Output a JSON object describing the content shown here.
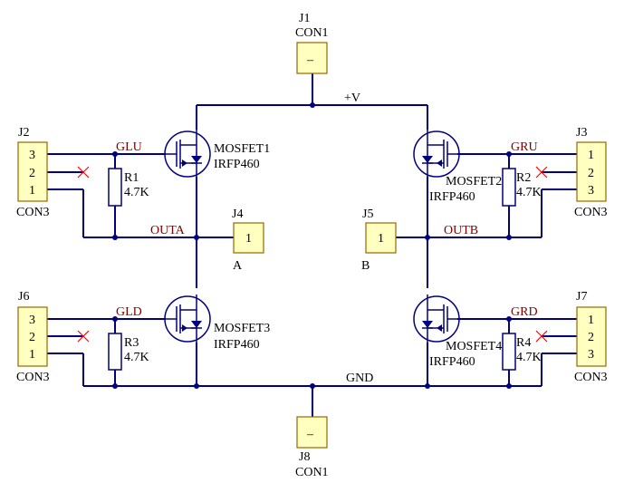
{
  "connectors": {
    "j1": {
      "ref": "J1",
      "value": "CON1",
      "pin": "–"
    },
    "j8": {
      "ref": "J8",
      "value": "CON1",
      "pin": "–"
    },
    "j2": {
      "ref": "J2",
      "value": "CON3",
      "pins": [
        "3",
        "2",
        "1"
      ]
    },
    "j6": {
      "ref": "J6",
      "value": "CON3",
      "pins": [
        "3",
        "2",
        "1"
      ]
    },
    "j3": {
      "ref": "J3",
      "value": "CON3",
      "pins": [
        "1",
        "2",
        "3"
      ]
    },
    "j7": {
      "ref": "J7",
      "value": "CON3",
      "pins": [
        "1",
        "2",
        "3"
      ]
    },
    "j4": {
      "ref": "J4",
      "pin": "1",
      "label": "A"
    },
    "j5": {
      "ref": "J5",
      "pin": "1",
      "label": "B"
    }
  },
  "mosfets": {
    "q1": {
      "ref": "MOSFET1",
      "value": "IRFP460"
    },
    "q2": {
      "ref": "MOSFET2",
      "value": "IRFP460"
    },
    "q3": {
      "ref": "MOSFET3",
      "value": "IRFP460"
    },
    "q4": {
      "ref": "MOSFET4",
      "value": "IRFP460"
    }
  },
  "resistors": {
    "r1": {
      "ref": "R1",
      "value": "4.7K"
    },
    "r2": {
      "ref": "R2",
      "value": "4.7K"
    },
    "r3": {
      "ref": "R3",
      "value": "4.7K"
    },
    "r4": {
      "ref": "R4",
      "value": "4.7K"
    }
  },
  "nets": {
    "vplus": "+V",
    "gnd": "GND",
    "glu": "GLU",
    "gru": "GRU",
    "gld": "GLD",
    "grd": "GRD",
    "outa": "OUTA",
    "outb": "OUTB"
  },
  "colors": {
    "wire": "#000080",
    "net_label": "#800000",
    "no_connect": "#ff0000",
    "header_fill": "#ffffc0"
  }
}
